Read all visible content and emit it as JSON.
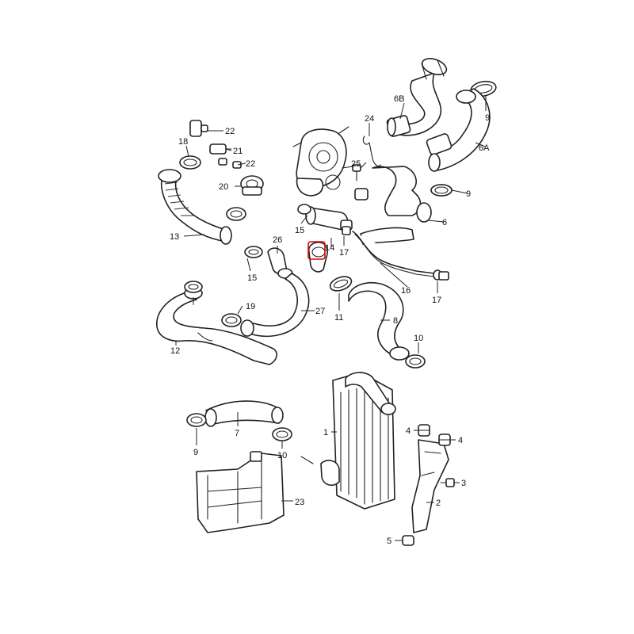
{
  "highlight_color": "#e00000",
  "labels": {
    "l1": "1",
    "l2": "2",
    "l3": "3",
    "l4a": "4",
    "l4b": "4",
    "l5": "5",
    "l6": "6",
    "l6a": "6A",
    "l6b": "6B",
    "l7": "7",
    "l8": "8",
    "l9a": "9",
    "l9b": "9",
    "l9c": "9",
    "l10a": "10",
    "l10b": "10",
    "l11": "11",
    "l12": "12",
    "l13": "13",
    "l14": "14",
    "l15a": "15",
    "l15b": "15",
    "l16": "16",
    "l17a": "17",
    "l17b": "17",
    "l18": "18",
    "l19": "19",
    "l20": "20",
    "l21": "21",
    "l22": "22",
    "l23": "23",
    "l24": "24",
    "l25": "25",
    "l26": "26",
    "l27": "27"
  }
}
